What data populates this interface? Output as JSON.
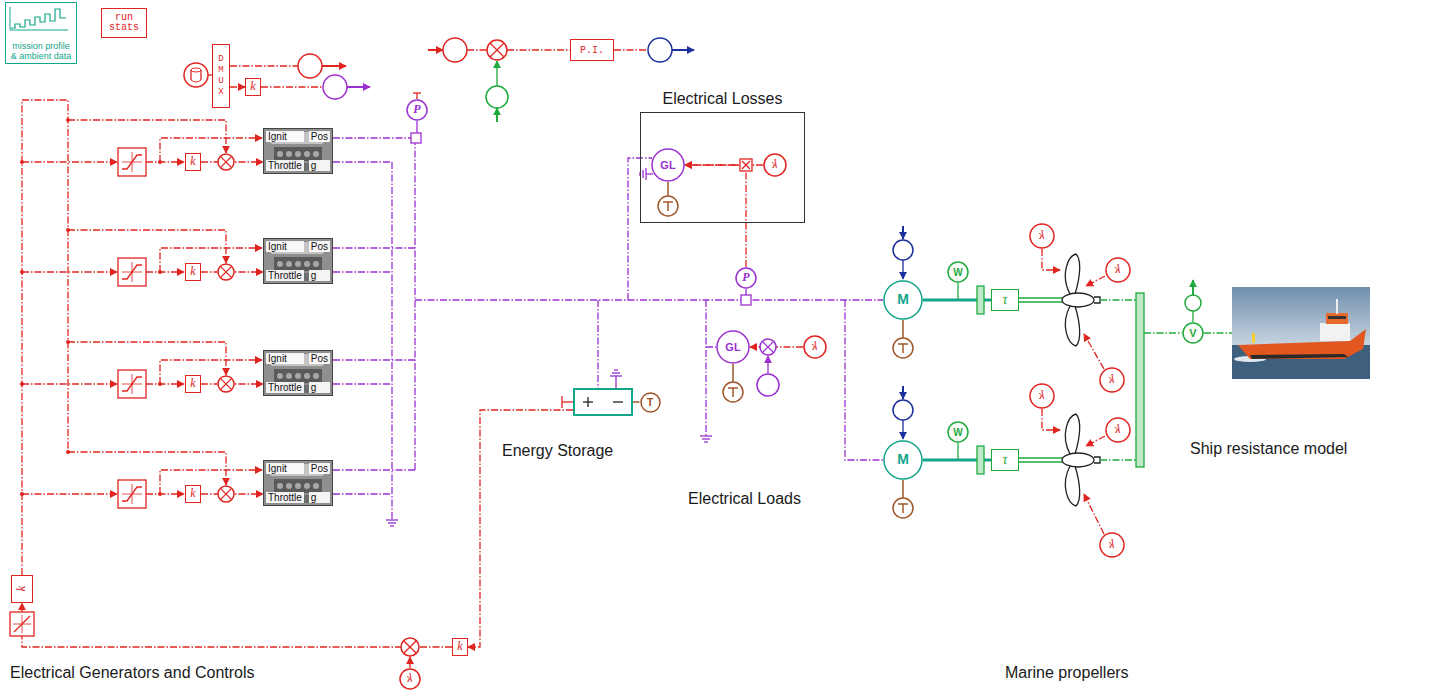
{
  "diagram": {
    "nodes": [
      {
        "text": [
          "mission profile & ambient data"
        ]
      },
      {
        "text": [
          "run stats"
        ]
      },
      {
        "text": [
          "D M U X"
        ]
      },
      {
        "text": [
          "k"
        ]
      },
      {
        "text": [
          "P.I."
        ]
      },
      {
        "text": [
          "Electrical Losses"
        ]
      },
      {
        "text": [
          "GL"
        ],
        "in": 5
      },
      {
        "text": [
          "k"
        ],
        "in": 5
      },
      {
        "text": [
          "P"
        ]
      },
      {
        "text": [
          "Ignit",
          "Pos",
          "Throttle",
          "g"
        ]
      },
      {
        "text": [
          "Ignit",
          "Pos",
          "Throttle",
          "g"
        ]
      },
      {
        "text": [
          "Ignit",
          "Pos",
          "Throttle",
          "g"
        ]
      },
      {
        "text": [
          "Ignit",
          "Pos",
          "Throttle",
          "g"
        ]
      },
      {
        "text": [
          "k"
        ]
      },
      {
        "text": [
          "k"
        ]
      },
      {
        "text": [
          "k"
        ]
      },
      {
        "text": [
          "k"
        ]
      },
      {
        "text": [
          "k"
        ]
      },
      {
        "text": [
          "k"
        ]
      },
      {
        "text": [
          "k"
        ]
      },
      {
        "text": [
          "Energy Storage"
        ]
      },
      {
        "text": [
          "T"
        ]
      },
      {
        "text": [
          "P"
        ]
      },
      {
        "text": [
          "GL"
        ]
      },
      {
        "text": [
          "k"
        ]
      },
      {
        "text": [
          "M"
        ]
      },
      {
        "text": [
          "W"
        ]
      },
      {
        "text": [
          "τ"
        ]
      },
      {
        "text": [
          "M"
        ]
      },
      {
        "text": [
          "W"
        ]
      },
      {
        "text": [
          "τ"
        ]
      },
      {
        "text": [
          "k"
        ]
      },
      {
        "text": [
          "k"
        ]
      },
      {
        "text": [
          "k"
        ]
      },
      {
        "text": [
          "k"
        ]
      },
      {
        "text": [
          "k"
        ]
      },
      {
        "text": [
          "k"
        ]
      },
      {
        "text": [
          "V"
        ]
      },
      {
        "text": [
          "Ship resistance model"
        ]
      }
    ],
    "edges": [
      {
        "from": 2,
        "to": 3,
        "arrow": "to"
      },
      {
        "from": 13,
        "to": 9,
        "arrow": "to"
      },
      {
        "from": 14,
        "to": 10,
        "arrow": "to"
      },
      {
        "from": 15,
        "to": 11,
        "arrow": "to"
      },
      {
        "from": 16,
        "to": 12,
        "arrow": "to"
      },
      {
        "from": 20,
        "to": 18,
        "arrow": "to"
      },
      {
        "from": 18,
        "to": 17,
        "arrow": "to"
      },
      {
        "from": 22,
        "to": 6,
        "arrow": "to"
      },
      {
        "from": 7,
        "to": 6,
        "arrow": "to"
      },
      {
        "from": 24,
        "to": 23,
        "arrow": "to"
      },
      {
        "from": 25,
        "to": 27,
        "arrow": "none"
      },
      {
        "from": 28,
        "to": 30,
        "arrow": "none"
      },
      {
        "from": 21,
        "to": 20,
        "arrow": "none"
      },
      {
        "from": 37,
        "to": 38,
        "arrow": "none"
      }
    ],
    "labels": [
      "Electrical Loads",
      "Electrical Generators and Controls",
      "Marine propellers"
    ]
  }
}
